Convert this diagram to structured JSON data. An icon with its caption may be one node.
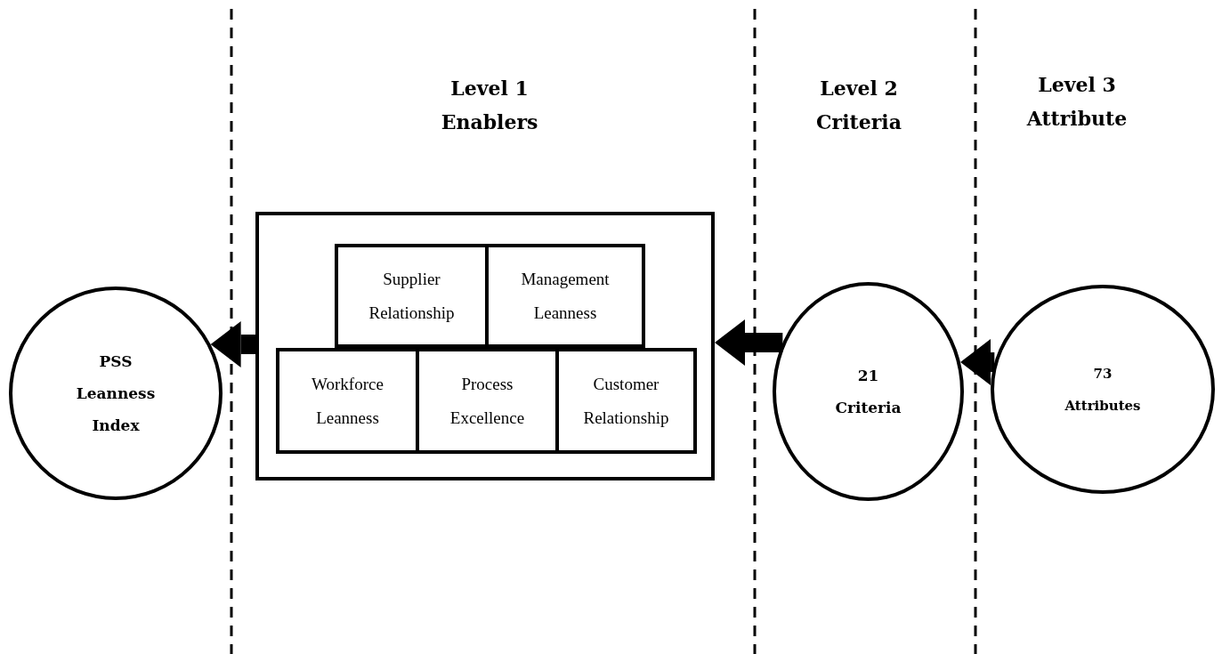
{
  "diagram": {
    "nodes": [
      {
        "text": [
          "PSS Leanness Index"
        ]
      },
      {
        "text": [],
        "shape": "box"
      },
      {
        "text": [
          "Supplier Relationship"
        ],
        "in": 1
      },
      {
        "text": [
          "Management Leanness"
        ],
        "in": 1
      },
      {
        "text": [
          "Workforce Leanness"
        ],
        "in": 1
      },
      {
        "text": [
          "Process Excellence"
        ],
        "in": 1
      },
      {
        "text": [
          "Customer Relationship"
        ],
        "in": 1
      },
      {
        "text": [
          "21 Criteria"
        ]
      },
      {
        "text": [
          "73 Attributes"
        ]
      }
    ],
    "edges": [
      {
        "from": 1,
        "to": 0,
        "arrow": "to"
      },
      {
        "from": 7,
        "to": 1,
        "arrow": "to"
      },
      {
        "from": 8,
        "to": 7,
        "arrow": "to"
      }
    ],
    "labels": [
      "Level 1",
      "Enablers",
      "Level 2",
      "Criteria",
      "Level 3",
      "Attribute"
    ]
  }
}
